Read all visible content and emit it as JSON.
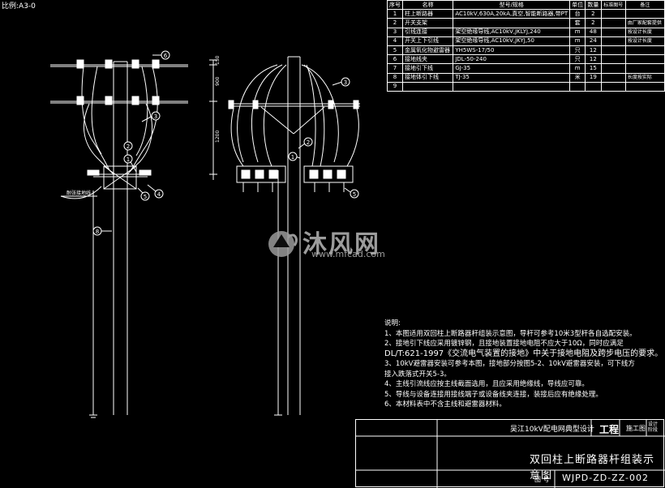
{
  "frame_label": "比例:A3-0",
  "bom": {
    "header": [
      "序号",
      "名称",
      "型号/规格",
      "单位",
      "数量",
      "标准图号",
      "备注"
    ],
    "rows": [
      {
        "no": "1",
        "name": "柱上断路器",
        "spec": "AC10kV,630A,20kA,真空,智能断路器,带PT",
        "unit": "台",
        "qty": "2",
        "ref": "",
        "note": ""
      },
      {
        "no": "2",
        "name": "开关支架",
        "spec": "",
        "unit": "套",
        "qty": "2",
        "ref": "",
        "note": "由厂家配套提供"
      },
      {
        "no": "3",
        "name": "引线连接",
        "spec": "架空绝缘导线,AC10kV,JKLYJ,240",
        "unit": "m",
        "qty": "48",
        "ref": "",
        "note": "按设计长度"
      },
      {
        "no": "4",
        "name": "开关上下引线",
        "spec": "架空绝缘导线,AC10kV,JKYJ,50",
        "unit": "m",
        "qty": "24",
        "ref": "",
        "note": "按设计长度"
      },
      {
        "no": "5",
        "name": "金属氧化物避雷器",
        "spec": "YH5WS-17/50",
        "unit": "只",
        "qty": "12",
        "ref": "",
        "note": ""
      },
      {
        "no": "6",
        "name": "接地线夹",
        "spec": "JDL-50-240",
        "unit": "只",
        "qty": "12",
        "ref": "",
        "note": ""
      },
      {
        "no": "7",
        "name": "接地引下线",
        "spec": "GJ-35",
        "unit": "m",
        "qty": "15",
        "ref": "",
        "note": ""
      },
      {
        "no": "8",
        "name": "接地体引下线",
        "spec": "TJ-35",
        "unit": "米",
        "qty": "19",
        "ref": "",
        "note": "长度按实际"
      },
      {
        "no": "9",
        "name": "",
        "spec": "",
        "unit": "",
        "qty": "",
        "ref": "",
        "note": ""
      }
    ]
  },
  "drawing": {
    "callouts": [
      "1",
      "2",
      "3",
      "4",
      "5",
      "6",
      "8"
    ],
    "dim_900": "900",
    "dim_1200": "1200",
    "dim_150": "150",
    "left_label": "耐张接地线"
  },
  "notes": {
    "heading": "说明:",
    "lines": [
      "1、本图适用双回柱上断路器杆组装示意图，导杆可参考10米3型杆各自选配安装。",
      "2、接地引下线应采用镀锌钢，且接地装置接地电阻不应大于10Ω，同时应满足",
      "DL/T:621-1997《交流电气装置的接地》中关于接地电阻及跨步电压的要求。",
      "3、10kV避雷器安装可参考本图，接地部分按图5-2、10kV避雷器安装，可下线方",
      "    接入跌落式开关5-3。",
      "4、主线引流线应按主线截面选用，且应采用绝缘线，导线应可靠。",
      "5、导线与设备连接用接线端子或设备线夹连接，装接后应有绝缘处理。",
      "6、本材料表中不含主线和避雷器材料。"
    ]
  },
  "title_block": {
    "project": "吴江10kV配电网典型设计",
    "gong": "工程",
    "stage": "施工图",
    "small": "设计 阶段",
    "title": "双回柱上断路器杆组装示意图",
    "tuhao_label": "图  号",
    "code": "WJPD-ZD-ZZ-002"
  },
  "watermark": {
    "cn": "沐风网",
    "url": "www.mfcad.com"
  }
}
